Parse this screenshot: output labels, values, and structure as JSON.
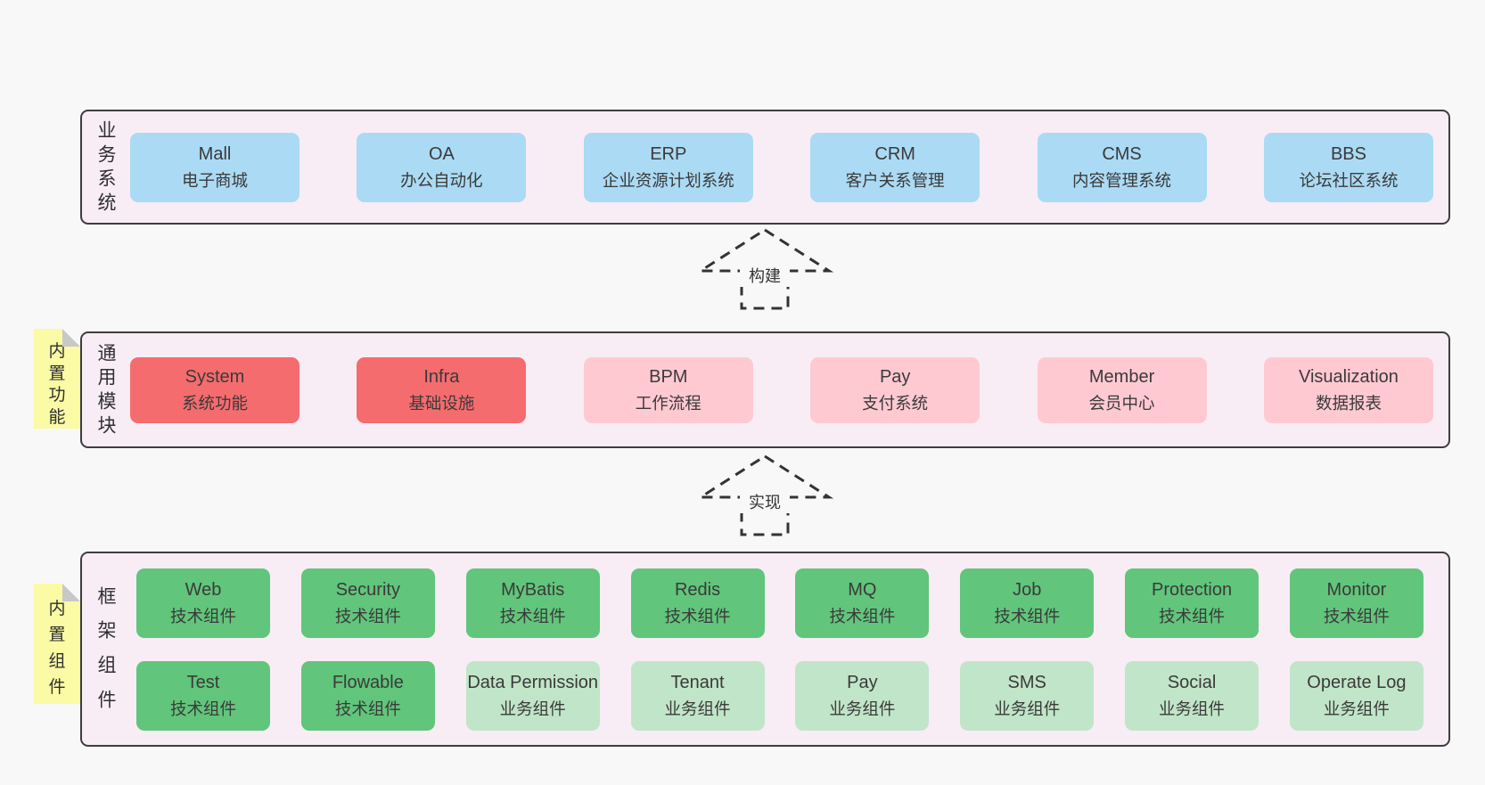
{
  "colors": {
    "page_bg": "#f8f8f8",
    "panel_bg": "#f8edf5",
    "panel_border": "#3d3d3d",
    "box_blue": "#abdaf4",
    "box_red": "#f56c6e",
    "box_pink": "#ffc9d2",
    "box_green": "#61c57b",
    "box_green_light": "#c1e5c8",
    "note_yellow": "#fbfaa5",
    "note_fold_gray": "#c8c8c8",
    "text": "#3a3a3a",
    "arrow_stroke": "#333333"
  },
  "arrows": {
    "build": "构建",
    "implement": "实现"
  },
  "panels": {
    "business": {
      "label": "业务系统",
      "boxes": [
        {
          "en": "Mall",
          "zh": "电子商城"
        },
        {
          "en": "OA",
          "zh": "办公自动化"
        },
        {
          "en": "ERP",
          "zh": "企业资源计划系统"
        },
        {
          "en": "CRM",
          "zh": "客户关系管理"
        },
        {
          "en": "CMS",
          "zh": "内容管理系统"
        },
        {
          "en": "BBS",
          "zh": "论坛社区系统"
        }
      ]
    },
    "modules": {
      "label": "通用模块",
      "note": "内置功能",
      "boxes": [
        {
          "en": "System",
          "zh": "系统功能",
          "variant": "red"
        },
        {
          "en": "Infra",
          "zh": "基础设施",
          "variant": "red"
        },
        {
          "en": "BPM",
          "zh": "工作流程",
          "variant": "pink"
        },
        {
          "en": "Pay",
          "zh": "支付系统",
          "variant": "pink"
        },
        {
          "en": "Member",
          "zh": "会员中心",
          "variant": "pink"
        },
        {
          "en": "Visualization",
          "zh": "数据报表",
          "variant": "pink"
        }
      ]
    },
    "components": {
      "label": "框架组件",
      "note": "内置组件",
      "row1": [
        {
          "en": "Web",
          "zh": "技术组件",
          "variant": "green"
        },
        {
          "en": "Security",
          "zh": "技术组件",
          "variant": "green"
        },
        {
          "en": "MyBatis",
          "zh": "技术组件",
          "variant": "green"
        },
        {
          "en": "Redis",
          "zh": "技术组件",
          "variant": "green"
        },
        {
          "en": "MQ",
          "zh": "技术组件",
          "variant": "green"
        },
        {
          "en": "Job",
          "zh": "技术组件",
          "variant": "green"
        },
        {
          "en": "Protection",
          "zh": "技术组件",
          "variant": "green"
        },
        {
          "en": "Monitor",
          "zh": "技术组件",
          "variant": "green"
        }
      ],
      "row2": [
        {
          "en": "Test",
          "zh": "技术组件",
          "variant": "green"
        },
        {
          "en": "Flowable",
          "zh": "技术组件",
          "variant": "green"
        },
        {
          "en": "Data Permission",
          "zh": "业务组件",
          "variant": "green-light"
        },
        {
          "en": "Tenant",
          "zh": "业务组件",
          "variant": "green-light"
        },
        {
          "en": "Pay",
          "zh": "业务组件",
          "variant": "green-light"
        },
        {
          "en": "SMS",
          "zh": "业务组件",
          "variant": "green-light"
        },
        {
          "en": "Social",
          "zh": "业务组件",
          "variant": "green-light"
        },
        {
          "en": "Operate Log",
          "zh": "业务组件",
          "variant": "green-light"
        }
      ]
    }
  }
}
